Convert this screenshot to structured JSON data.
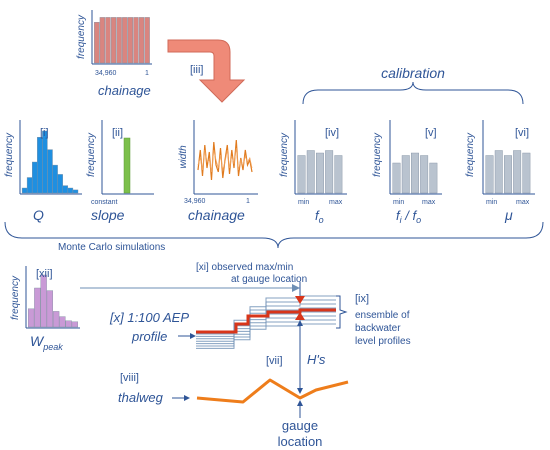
{
  "top_chainage_hist": {
    "ylabel": "frequency",
    "xlabel": "chainage",
    "tick_left": "34,960",
    "tick_right": "1",
    "bars": [
      0.85,
      0.95,
      0.95,
      0.95,
      0.95,
      0.95,
      0.95,
      0.95,
      0.95,
      0.95
    ],
    "color": "#d98580"
  },
  "arrow_label": "[iii]",
  "calibration_label": "calibration",
  "monte_carlo_label": "Monte Carlo simulations",
  "panels": [
    {
      "tag": "[i]",
      "ylabel": "frequency",
      "xlabel": "Q",
      "kind": "hist",
      "bars": [
        0.08,
        0.25,
        0.5,
        0.9,
        1.0,
        0.7,
        0.45,
        0.3,
        0.12,
        0.08,
        0.05
      ],
      "color": "#1f8fe0"
    },
    {
      "tag": "[ii]",
      "ylabel": "frequency",
      "xlabel": "slope",
      "tick_center": "constant",
      "kind": "single",
      "color": "#7cc04b"
    },
    {
      "tag": "",
      "ylabel": "width",
      "xlabel": "chainage",
      "tick_left": "34,960",
      "tick_right": "1",
      "kind": "line",
      "color": "#e07b1f"
    },
    {
      "tag": "[iv]",
      "ylabel": "frequency",
      "xlabel": "fo",
      "tick_left": "min",
      "tick_right": "max",
      "kind": "hist",
      "bars": [
        0.75,
        0.85,
        0.8,
        0.85,
        0.75
      ],
      "color": "#b9c3cf"
    },
    {
      "tag": "[v]",
      "ylabel": "frequency",
      "xlabel": "fi / fo",
      "tick_left": "min",
      "tick_right": "max",
      "kind": "hist",
      "bars": [
        0.6,
        0.75,
        0.8,
        0.75,
        0.6
      ],
      "color": "#b9c3cf"
    },
    {
      "tag": "[vi]",
      "ylabel": "frequency",
      "xlabel": "μ",
      "tick_left": "min",
      "tick_right": "max",
      "kind": "hist",
      "bars": [
        0.75,
        0.85,
        0.75,
        0.85,
        0.8
      ],
      "color": "#b9c3cf"
    }
  ],
  "wpeak_panel": {
    "tag": "[xii]",
    "ylabel": "frequency",
    "xlabel": "W",
    "xlabel_sub": "peak",
    "bars": [
      0.35,
      0.75,
      1.0,
      0.7,
      0.3,
      0.2,
      0.12,
      0.1
    ],
    "color": "#c99ad6"
  },
  "labels": {
    "observed_line1": "[xi] observed max/min",
    "observed_line2": "at gauge location",
    "ensemble_tag": "[ix]",
    "ensemble_line1": "ensemble of",
    "ensemble_line2": "backwater",
    "ensemble_line3": "level profiles",
    "aep_line1": "[x] 1:100 AEP",
    "aep_line2": "profile",
    "hs_tag": "[vii]",
    "hs_label": "H's",
    "thalweg_tag": "[viii]",
    "thalweg_label": "thalweg",
    "gauge_line1": "gauge",
    "gauge_line2": "location"
  },
  "colors": {
    "text": "#2f5597",
    "arrow": "#ef8a78",
    "thalweg": "#ee7d1b",
    "profile_red": "#d8351a",
    "profile_blue": "#6e8fb5"
  }
}
